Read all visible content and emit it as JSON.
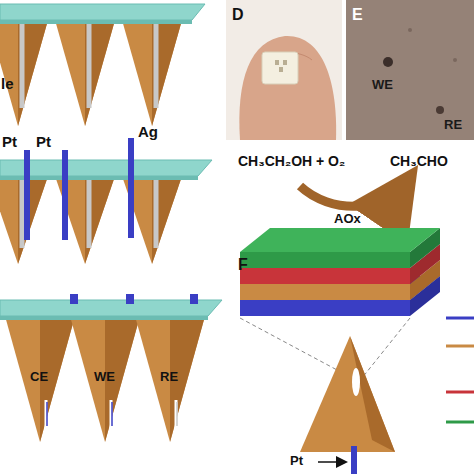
{
  "diagram": {
    "labels": [
      "le",
      "Pt",
      "Pt",
      "Ag",
      "CE",
      "WE",
      "RE",
      "D",
      "E",
      "WE",
      "RE",
      "CH₃CH₂OH + O₂",
      "CH₃CHO",
      "AOx",
      "F",
      "Pt"
    ]
  }
}
